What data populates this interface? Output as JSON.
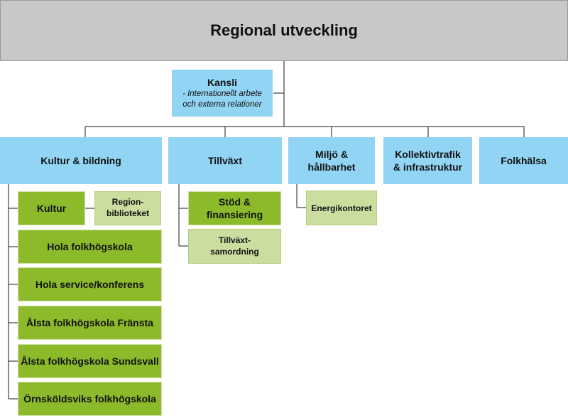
{
  "top": "Regional utveckling",
  "kansli": {
    "title": "Kansli",
    "subtitle": "- Internationellt arbete\noch externa relationer"
  },
  "departments": [
    "Kultur & bildning",
    "Tillväxt",
    "Miljö &\nhållbarhet",
    "Kollektivtrafik\n& infrastruktur",
    "Folkhälsa"
  ],
  "kultur_units": [
    "Kultur",
    "Hola folkhögskola",
    "Hola service/konferens",
    "Ålsta folkhögskola Fränsta",
    "Ålsta folkhögskola Sundsvall",
    "Örnsköldsviks folkhögskola"
  ],
  "kultur_sub": "Region-\nbiblioteket",
  "tillvaxt_units": [
    "Stöd &\nfinansiering",
    "Tillväxt-\nsamordning"
  ],
  "miljo_units": [
    "Energikontoret"
  ],
  "colors": {
    "top": "#c8c8c8",
    "department": "#92d4f4",
    "unit": "#8cba2a",
    "sub_unit": "#cbdea0"
  }
}
